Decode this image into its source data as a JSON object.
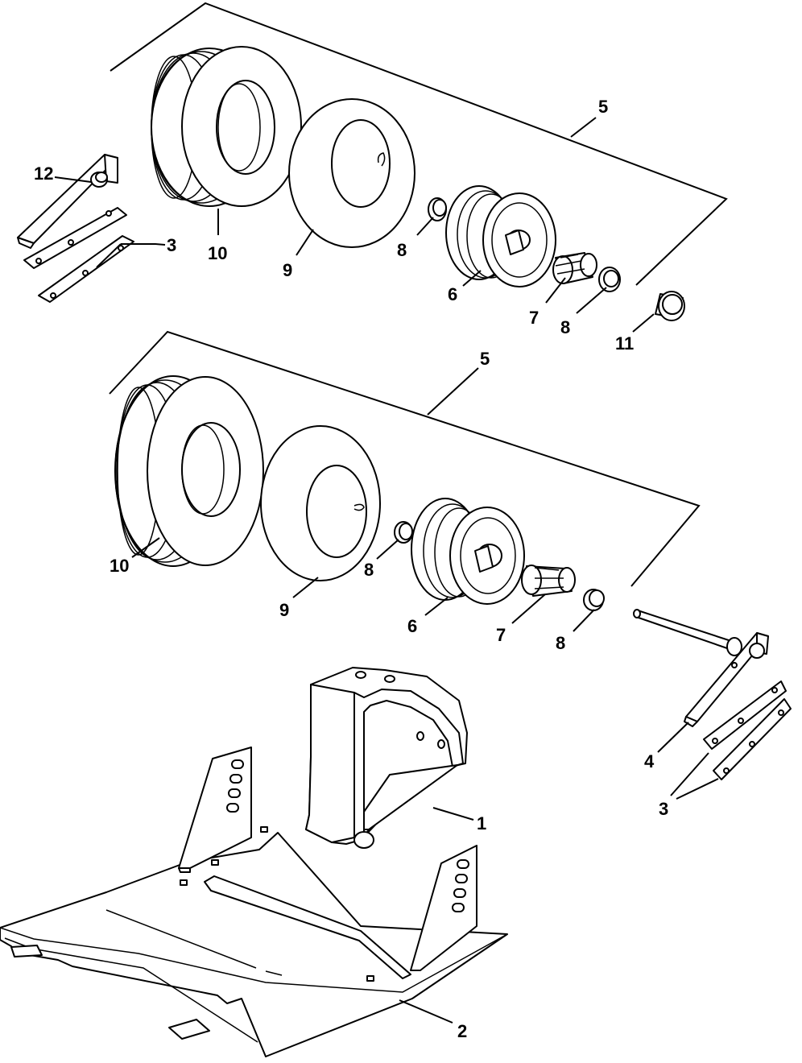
{
  "callouts": {
    "top": {
      "assembly": "5",
      "tire": "10",
      "tube": "9",
      "spacer_left": "8",
      "rim": "6",
      "bearing": "7",
      "spacer_right": "8",
      "bushing": "11",
      "bracket": "12",
      "plates": "3"
    },
    "middle": {
      "assembly": "5",
      "tire": "10",
      "tube": "9",
      "spacer_left": "8",
      "rim": "6",
      "bearing": "7",
      "spacer_right": "8",
      "bracket": "4",
      "plates": "3"
    },
    "bottom": {
      "yoke": "1",
      "base_plate": "2"
    }
  }
}
